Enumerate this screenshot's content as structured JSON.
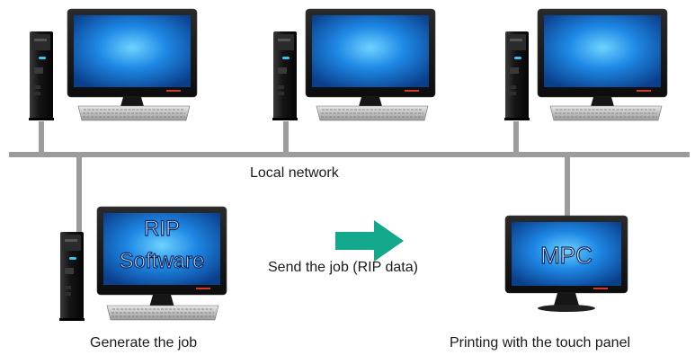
{
  "network": {
    "label": "Local network"
  },
  "rip_station": {
    "screen_line1": "RIP",
    "screen_line2": "Software",
    "caption": "Generate the job"
  },
  "transfer": {
    "label": "Send the job (RIP data)",
    "arrow_color": "#13a88c"
  },
  "mpc_station": {
    "screen_text": "MPC",
    "caption": "Printing with the touch panel"
  },
  "colors": {
    "cable": "#9c9c9c",
    "screen_bright": "#4fc3f7",
    "screen_dark": "#0a3f8c",
    "chassis": "#1b1b1b"
  }
}
